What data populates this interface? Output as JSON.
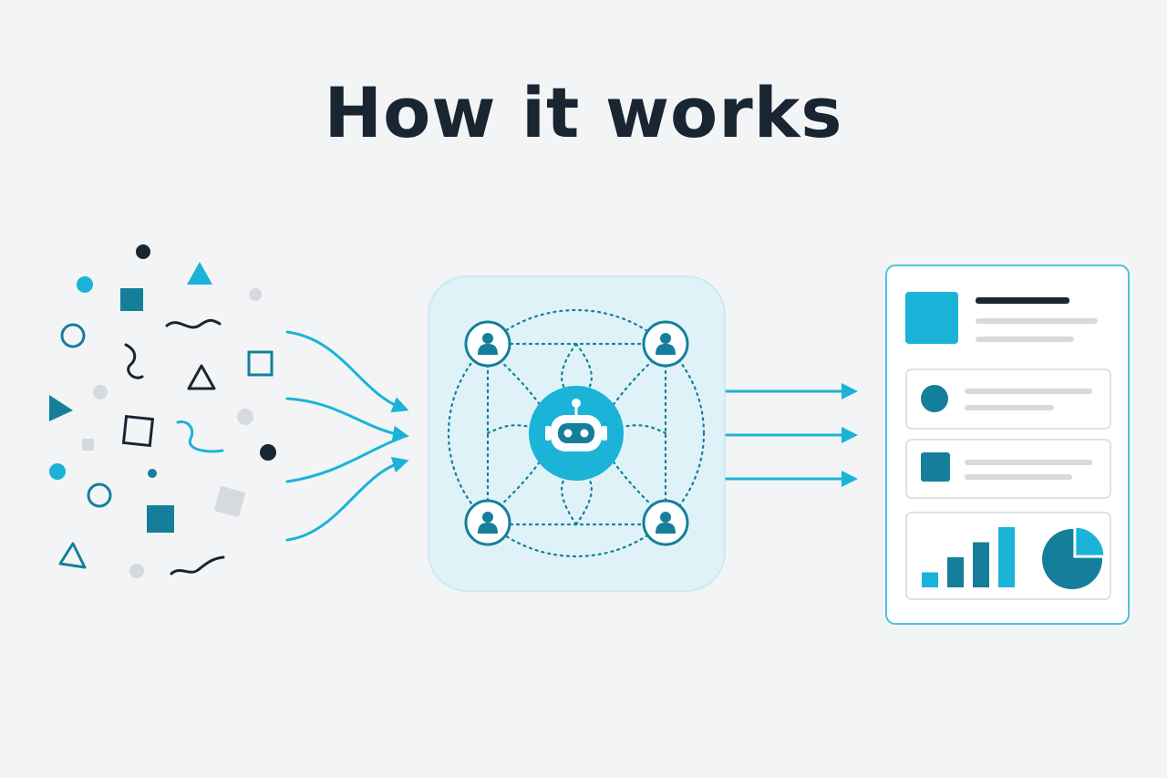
{
  "heading": {
    "title": "How it works"
  },
  "colors": {
    "background": "#f3f4f6",
    "title_text": "#1a2532",
    "accent_cyan": "#1bb3d8",
    "accent_teal": "#157f9b",
    "dark": "#1a2532",
    "light_gray": "#d6d9dd",
    "hub_fill": "#dff2f8",
    "card_border": "#4cc3de"
  },
  "icons": {
    "hub_center": "robot-icon",
    "hub_nodes": "user-icon",
    "output_charts": [
      "bar-chart-icon",
      "pie-chart-icon"
    ]
  },
  "bar_chart": {
    "values": [
      1,
      2,
      3,
      4
    ]
  },
  "pie_chart": {
    "highlight_fraction": 0.25
  }
}
